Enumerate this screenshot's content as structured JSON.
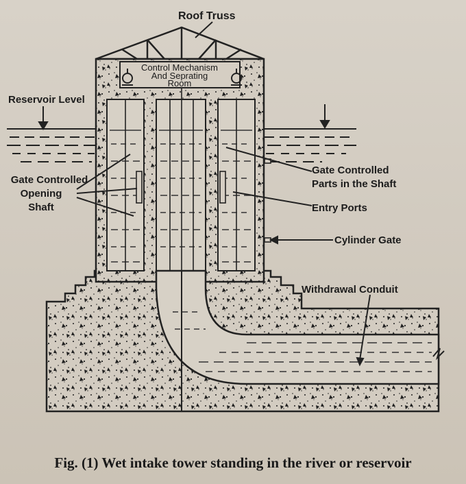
{
  "caption": "Fig. (1) Wet intake tower standing in the river or reservoir",
  "labels": {
    "roof_truss": "Roof Truss",
    "control_room_line1": "Control Mechanism",
    "control_room_line2": "And Seprating",
    "control_room_line3": "Room",
    "reservoir_level": "Reservoir Level",
    "gate_opening_line1": "Gate Controlled",
    "gate_opening_line2": "Opening",
    "gate_opening_line3": "Shaft",
    "gate_parts_line1": "Gate Controlled",
    "gate_parts_line2": "Parts in the Shaft",
    "entry_ports": "Entry Ports",
    "cylinder_gate": "Cylinder Gate",
    "withdrawal_conduit": "Withdrawal Conduit"
  },
  "colors": {
    "ink": "#1c1c1c",
    "paper": "#d5cec3",
    "concrete": "#cfc8bc"
  }
}
